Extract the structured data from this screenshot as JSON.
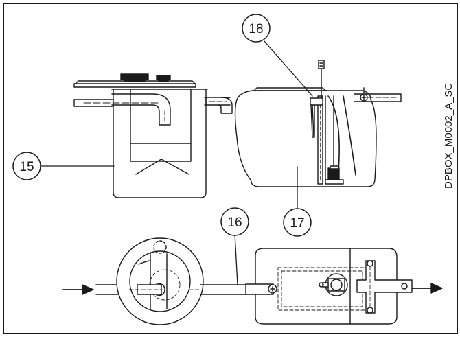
{
  "drawing_code": "DPBOX_M0002_A_SC",
  "callouts": {
    "c15": "15",
    "c16": "16",
    "c17": "17",
    "c18": "18"
  },
  "colors": {
    "line": "#1a1a1a",
    "fill": "#ffffff",
    "hidden": "#555555"
  }
}
